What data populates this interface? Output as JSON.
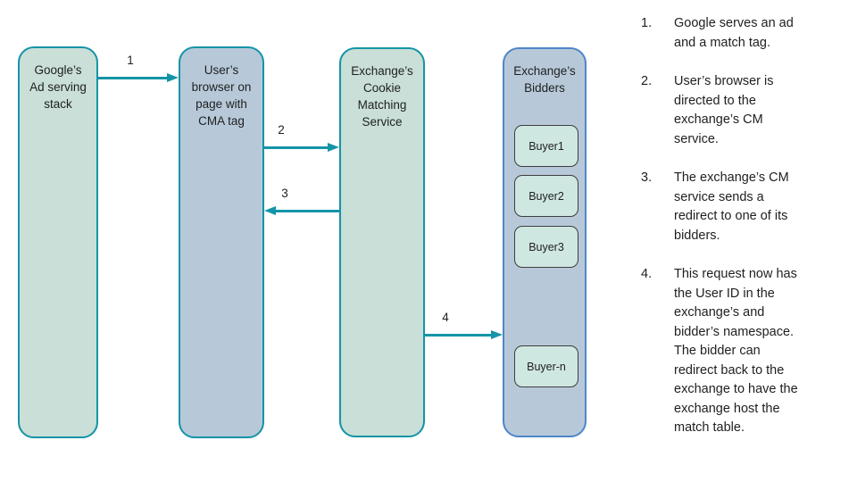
{
  "colors": {
    "lane_green_fill": "#c9dfd7",
    "lane_blue_fill": "#b7c9d9",
    "teal": "#1494a7",
    "lane4_border": "#4e86c8",
    "buyer_fill": "#cfe7e1",
    "buyer_border": "#3d3d3d",
    "text": "#1f1f1f"
  },
  "diagram": {
    "lanes": [
      {
        "title": "Google’s\nAd serving\nstack"
      },
      {
        "title": "User’s\nbrowser on\npage with\nCMA tag"
      },
      {
        "title": "Exchange’s\nCookie\nMatching\nService"
      },
      {
        "title": "Exchange’s\nBidders"
      }
    ],
    "buyers": [
      {
        "label": "Buyer1"
      },
      {
        "label": "Buyer2"
      },
      {
        "label": "Buyer3"
      },
      {
        "label": "Buyer-n"
      }
    ],
    "arrows": [
      {
        "label": "1"
      },
      {
        "label": "2"
      },
      {
        "label": "3"
      },
      {
        "label": "4"
      }
    ]
  },
  "steps": [
    {
      "num": "1.",
      "text": "Google serves an ad\nand a match tag."
    },
    {
      "num": "2.",
      "text": "User’s browser is\ndirected to the\nexchange’s CM\nservice."
    },
    {
      "num": "3.",
      "text": "The exchange’s CM\nservice sends a\nredirect to one of its\nbidders."
    },
    {
      "num": "4.",
      "text": "This request now has\nthe User ID in the\nexchange’s and\nbidder’s namespace.\nThe bidder can\nredirect back to the\nexchange to have the\nexchange host the\nmatch table."
    }
  ]
}
